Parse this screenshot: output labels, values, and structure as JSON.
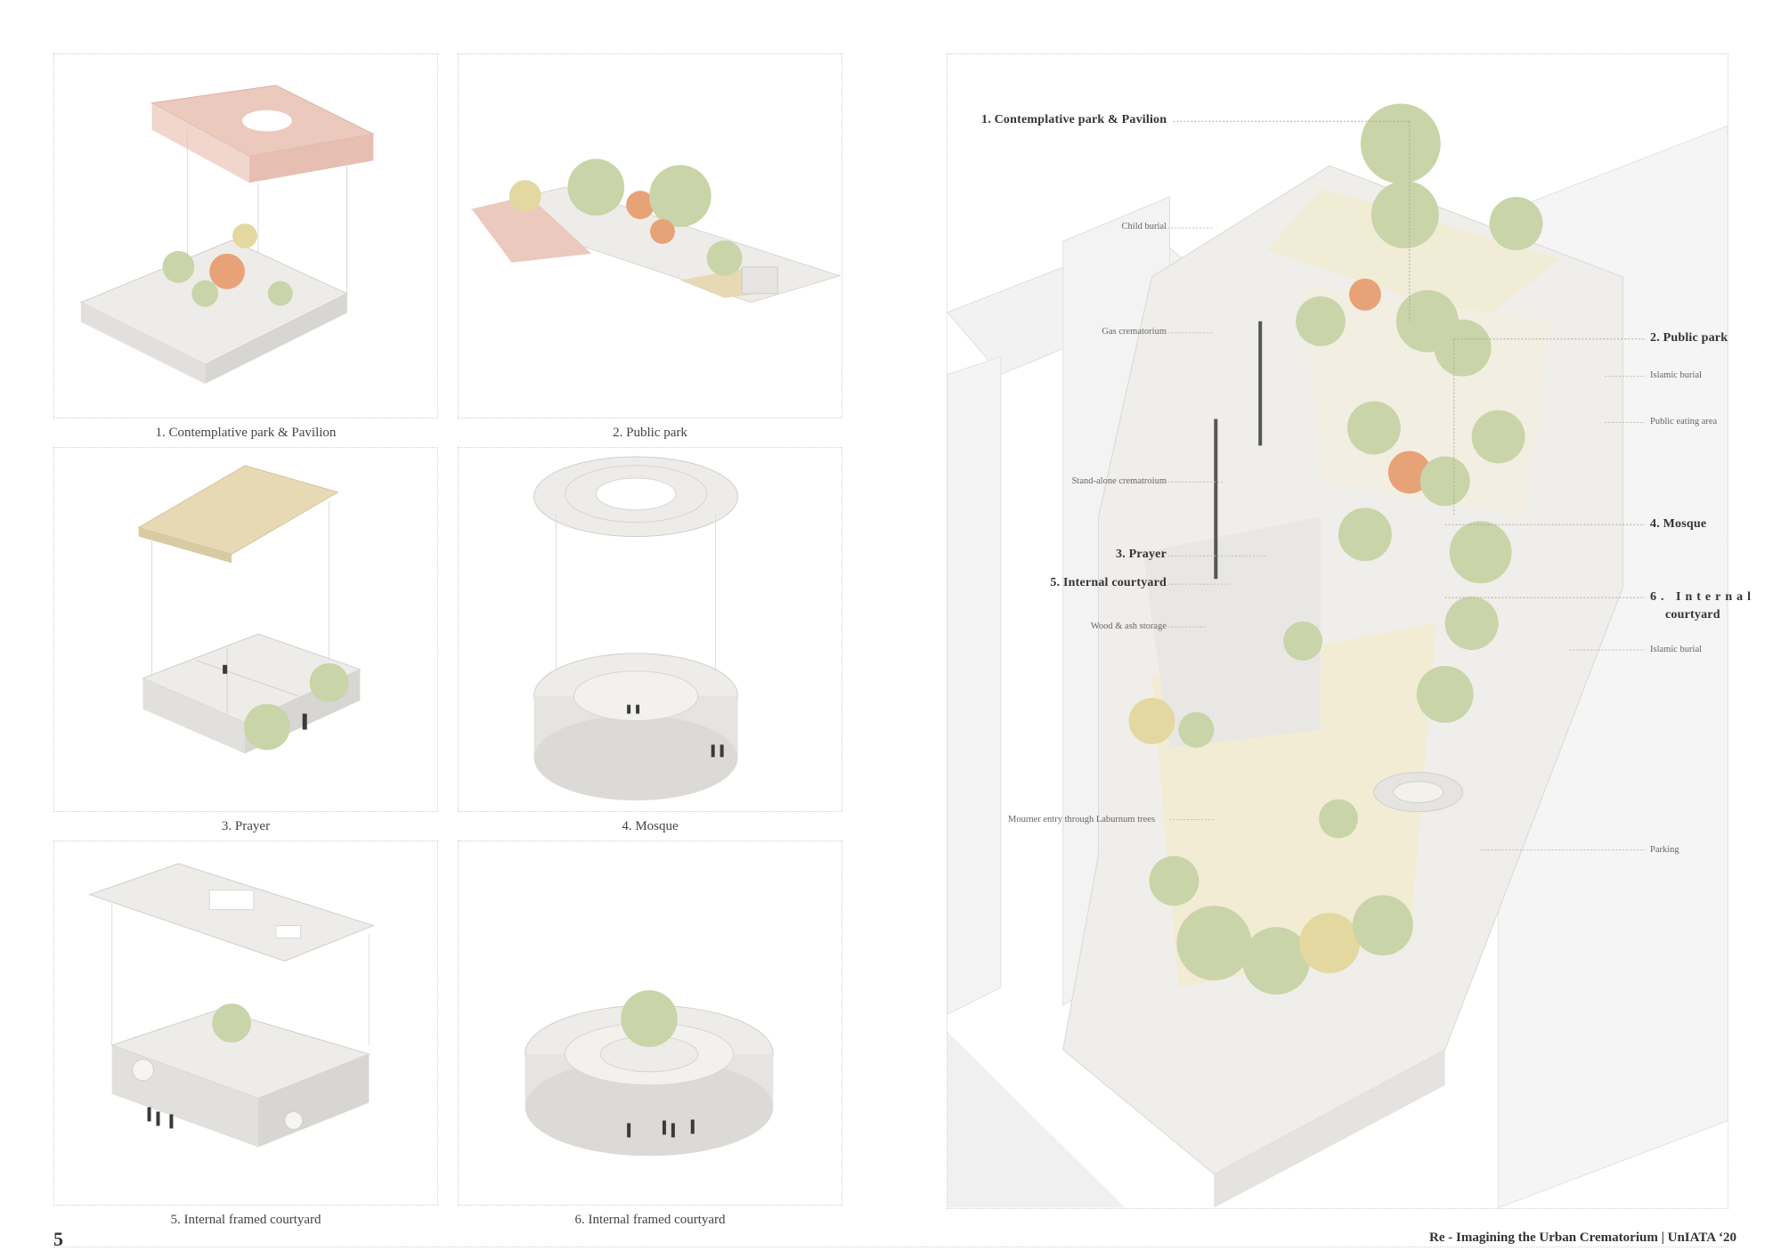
{
  "panels": [
    {
      "caption": "1. Contemplative park & Pavilion"
    },
    {
      "caption": "2. Public park"
    },
    {
      "caption": "3. Prayer"
    },
    {
      "caption": "4. Mosque"
    },
    {
      "caption": "5. Internal framed courtyard"
    },
    {
      "caption": "6. Internal framed courtyard"
    }
  ],
  "site_plan": {
    "labels": {
      "contemplative_park": "1. Contemplative park & Pavilion",
      "child_burial": "Child burial",
      "gas_crematorium": "Gas crematorium",
      "standalone_crematorium": "Stand-alone crematroium",
      "prayer": "3. Prayer",
      "internal_courtyard": "5. Internal courtyard",
      "wood_ash_storage": "Wood & ash storage",
      "mourner_entry": "Mourner entry through Laburnum trees",
      "public_park": "2. Public park",
      "islamic_burial_1": "Islamic burial",
      "public_eating_area": "Public eating area",
      "mosque": "4. Mosque",
      "internal_courtyard_6_line1": "6. Internal",
      "internal_courtyard_6_line2": "courtyard",
      "islamic_burial_2": "Islamic burial",
      "parking": "Parking"
    }
  },
  "footer": {
    "page_number": "5",
    "title": "Re - Imagining the Urban Crematorium | UnIATA ‘20"
  },
  "colors": {
    "tree_green": "#c9d4a8",
    "tree_orange": "#e8a277",
    "tree_yellow": "#e3d8a0",
    "pavilion_pink": "#ecc9bd",
    "roof_wood": "#e6d9b4",
    "wall_gray": "#e6e4e0",
    "figure": "#3a3a3a"
  }
}
